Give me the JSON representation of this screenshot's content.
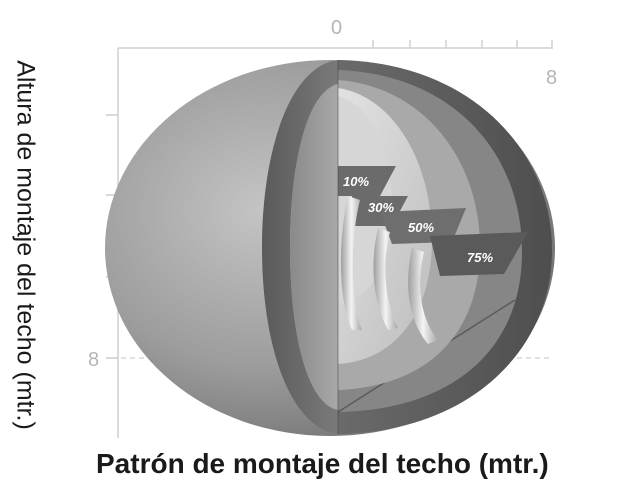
{
  "axes": {
    "top_start": "0",
    "top_end": "8",
    "left_end": "8",
    "x_title": "Patrón de montaje del techo (mtr.)",
    "y_title": "Altura de montaje del techo (mtr.)"
  },
  "zones": [
    {
      "label": "10%"
    },
    {
      "label": "30%"
    },
    {
      "label": "50%"
    },
    {
      "label": "75%"
    }
  ],
  "colors": {
    "outer_shell": "#9a9a9a",
    "dark_ring": "#5f5f5f",
    "mid_ring": "#7d7d7d",
    "inner_light": "#c9c9c9",
    "guide_line": "#d0d0d0"
  }
}
